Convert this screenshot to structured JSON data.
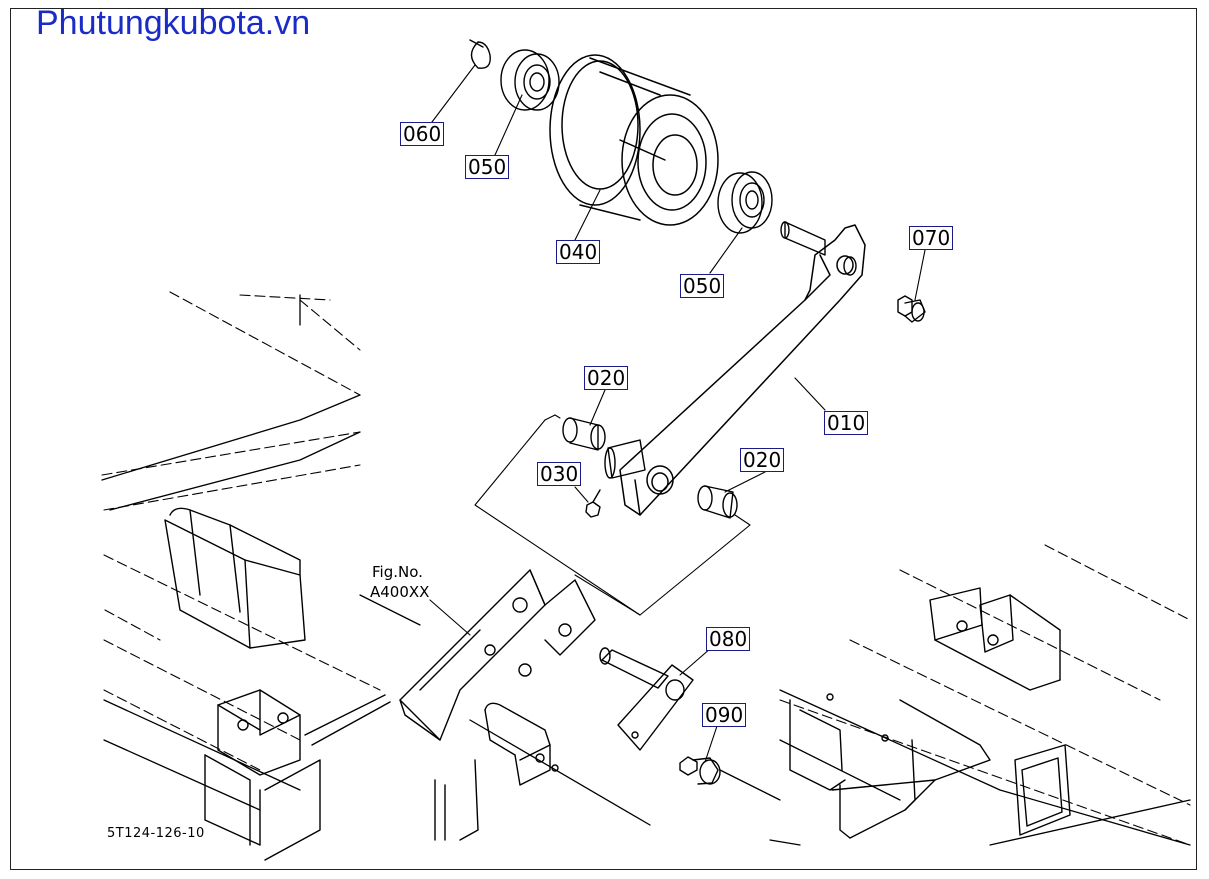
{
  "watermark": "Phutungkubota.vn",
  "figure_ref": {
    "line1": "Fig.No.",
    "line2": "A400XX"
  },
  "diagram_code": "5T124-126-10",
  "callouts": {
    "p060": "060",
    "p050a": "050",
    "p040": "040",
    "p050b": "050",
    "p070": "070",
    "p020a": "020",
    "p010": "010",
    "p030": "030",
    "p020b": "020",
    "p080": "080",
    "p090": "090"
  },
  "colors": {
    "watermark": "#1a2bc8",
    "callout_border": "#1a1a8a",
    "line": "#000000"
  }
}
